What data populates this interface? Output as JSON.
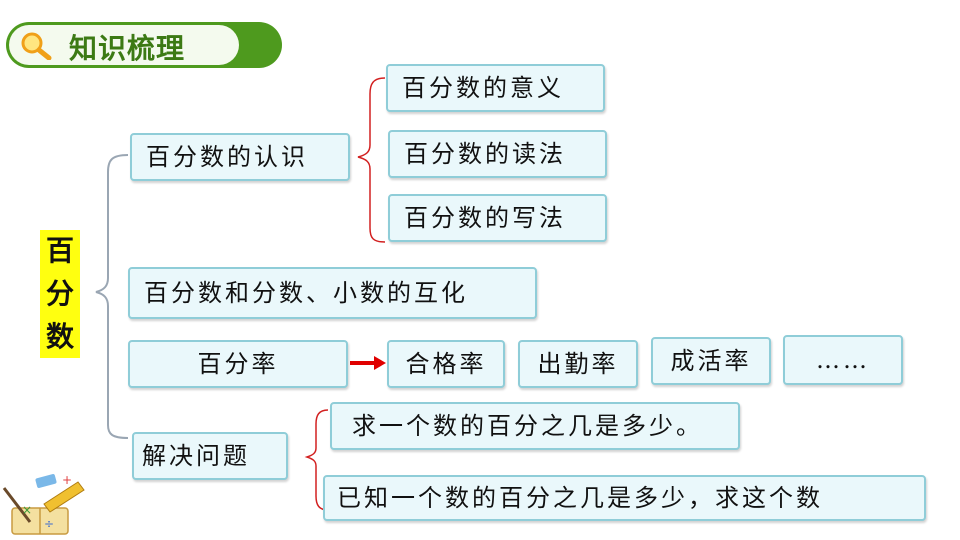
{
  "header": {
    "title": "知识梳理",
    "icon": "magnifier-icon",
    "accent": "#4e9a1e"
  },
  "root": {
    "chars": [
      "百",
      "分",
      "数"
    ],
    "bg": "#ffff10"
  },
  "branches": {
    "recognition": "百分数的认识",
    "meaning": "百分数的意义",
    "reading": "百分数的读法",
    "writing": "百分数的写法",
    "conversion": "百分数和分数、小数的互化",
    "rate": "百分率",
    "rate_examples": [
      "合格率",
      "出勤率",
      "成活率",
      "……"
    ],
    "solve": "解决问题",
    "problem1": "求一个数的百分之几是多少。",
    "problem2": "已知一个数的百分之几是多少，求这个数"
  },
  "colors": {
    "box_fill": "#eaf8fb",
    "box_border": "#8fcdd8",
    "brace_gray": "#9aa6b3",
    "brace_red": "#d22020",
    "arrow": "#e00000"
  }
}
